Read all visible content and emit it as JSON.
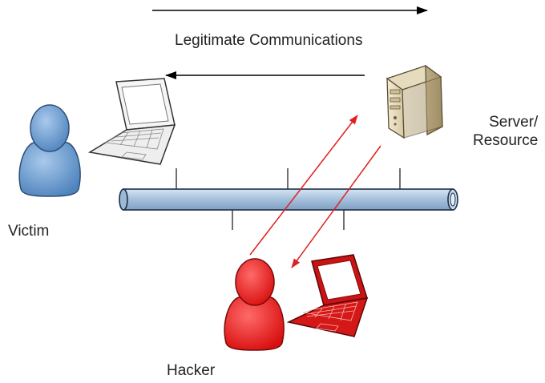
{
  "labels": {
    "legitimate": "Legitimate Communications",
    "victim": "Victim",
    "server_line1": "Server/",
    "server_line2": "Resource",
    "hacker": "Hacker"
  },
  "colors": {
    "victim_person": "#5b8fc7",
    "hacker_person": "#e01818",
    "network_bus": "#a7c2dd",
    "attack_arrows": "#e02020",
    "legit_arrows": "#000000"
  },
  "icons": {
    "victim": "person-icon",
    "victim_laptop": "laptop-icon",
    "server": "server-tower-icon",
    "hacker": "person-icon",
    "hacker_laptop": "laptop-icon"
  }
}
